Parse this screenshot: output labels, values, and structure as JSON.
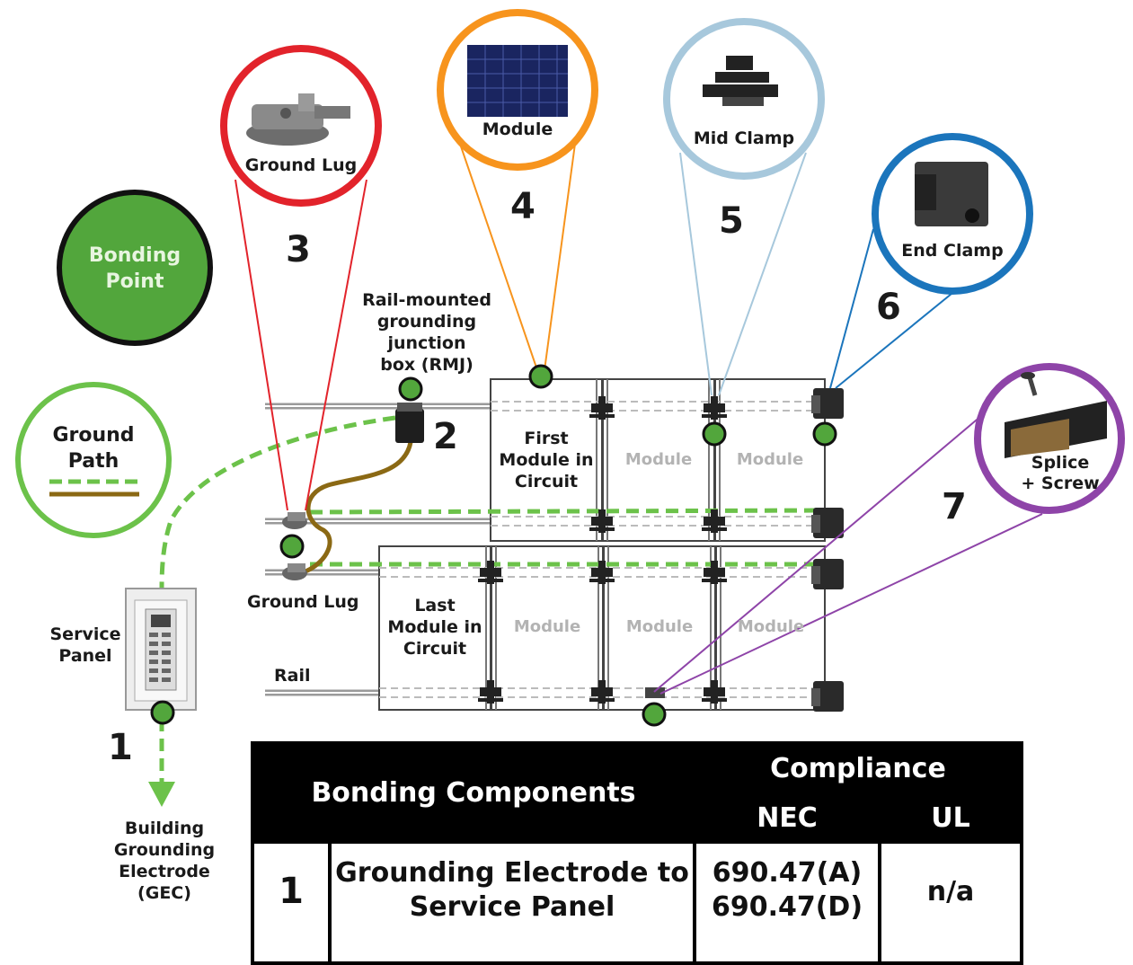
{
  "labels": {
    "bonding_point": [
      "Bonding",
      "Point"
    ],
    "ground_path": [
      "Ground",
      "Path"
    ],
    "service_panel": [
      "Service",
      "Panel"
    ],
    "gec": [
      "Building",
      "Grounding",
      "Electrode",
      "(GEC)"
    ],
    "ground_lug_bottom": "Ground Lug",
    "rail": "Rail",
    "rmj": [
      "Rail-mounted",
      "grounding",
      "junction",
      "box (RMJ)"
    ],
    "first_module": [
      "First",
      "Module in",
      "Circuit"
    ],
    "last_module": [
      "Last",
      "Module in",
      "Circuit"
    ],
    "module_generic": "Module"
  },
  "callouts": [
    {
      "number": "3",
      "label": "Ground Lug",
      "color": "#e2232b",
      "icon": "ground-lug-icon"
    },
    {
      "number": "4",
      "label": "Module",
      "color": "#f7941d",
      "icon": "solar-module-icon"
    },
    {
      "number": "5",
      "label": "Mid Clamp",
      "color": "#a7c8dc",
      "icon": "mid-clamp-icon"
    },
    {
      "number": "6",
      "label": "End Clamp",
      "color": "#1b75bc",
      "icon": "end-clamp-icon"
    },
    {
      "number": "7",
      "label": [
        "Splice",
        "+ Screw"
      ],
      "color": "#8e44a8",
      "icon": "splice-screw-icon"
    }
  ],
  "numbers": {
    "n1": "1",
    "n2": "2"
  },
  "colors": {
    "bond_green": "#52a63c",
    "ground_path_dash": "#6cc24a",
    "wire_brown": "#8b6914"
  },
  "table": {
    "header": {
      "components": "Bonding Components",
      "compliance": "Compliance",
      "nec": "NEC",
      "ul": "UL"
    },
    "rows": [
      {
        "num": "1",
        "component": [
          "Grounding Electrode to",
          "Service Panel"
        ],
        "nec": [
          "690.47(A)",
          "690.47(D)"
        ],
        "ul": "n/a"
      }
    ]
  }
}
